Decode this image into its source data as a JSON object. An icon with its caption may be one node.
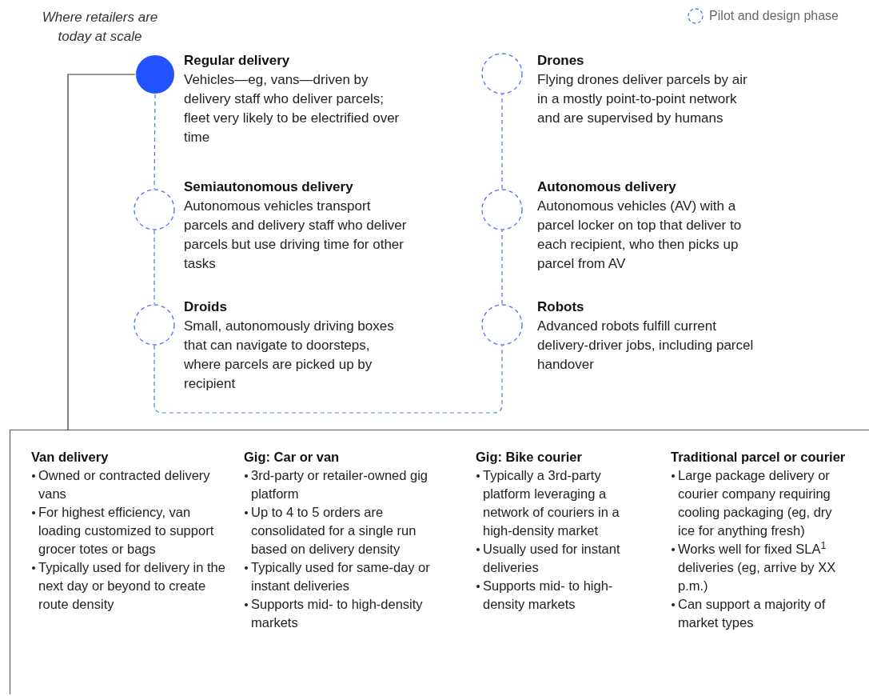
{
  "diagram": {
    "nodes": [
      {
        "text": [],
        "shape": "dot"
      },
      {
        "text": [
          "Regular delivery",
          "Vehicles—eg, vans—driven by delivery staff who deliver parcels; fleet very likely to be electrified over time"
        ]
      },
      {
        "text": [],
        "shape": "circle"
      },
      {
        "text": [
          "Semiautonomous delivery",
          "Autonomous vehicles transport parcels and delivery staff who deliver parcels but use driving time for other tasks"
        ]
      },
      {
        "text": [],
        "shape": "circle"
      },
      {
        "text": [
          "Droids",
          "Small, autonomously driving boxes that can navigate to doorsteps, where parcels are picked up by recipient"
        ]
      },
      {
        "text": [],
        "shape": "circle"
      },
      {
        "text": [
          "Drones",
          "Flying drones deliver parcels by air in a mostly point-to-point network and are supervised by humans"
        ]
      },
      {
        "text": [],
        "shape": "circle"
      },
      {
        "text": [
          "Autonomous delivery",
          "Autonomous vehicles (AV) with a parcel locker on top that deliver to each recipient, who then picks up parcel from AV"
        ]
      },
      {
        "text": [],
        "shape": "circle"
      },
      {
        "text": [
          "Robots",
          "Advanced robots fulfill current delivery-driver jobs, including parcel handover"
        ]
      },
      {
        "text": [],
        "shape": "box"
      },
      {
        "text": [
          "Van delivery",
          "Owned or contracted delivery vans",
          "For highest efficiency, van loading customized to support grocer totes or bags",
          "Typically used for delivery in the next day or beyond to create route density"
        ],
        "in": 12
      },
      {
        "text": [
          "Gig: Car or van",
          "3rd-party or retailer-owned gig platform",
          "Up to 4 to 5 orders are consolidated for a single run based on delivery density",
          "Typically used for same-day or instant deliveries",
          "Supports mid- to high-density markets"
        ],
        "in": 12
      },
      {
        "text": [
          "Gig: Bike courier",
          "Typically a 3rd-party platform leveraging a network of couriers in a high-density market",
          "Usually used for instant deliveries",
          "Supports mid- to high-density markets"
        ],
        "in": 12
      },
      {
        "text": [
          "Traditional parcel or courier",
          "Large package delivery or courier company requiring cooling packaging (eg, dry ice for anything fresh)",
          "Works well for fixed SLA$^{1}$ deliveries (eg, arrive by XX p.m.)",
          "Can support a majority of market types"
        ],
        "in": 12
      }
    ],
    "edges": [
      {
        "from": 0,
        "to": 2,
        "arrow": "none",
        "style": "dashed"
      },
      {
        "from": 2,
        "to": 4,
        "arrow": "none",
        "style": "dashed"
      },
      {
        "from": 4,
        "to": 10,
        "arrow": "none",
        "style": "dashed"
      },
      {
        "from": 10,
        "to": 8,
        "arrow": "none",
        "style": "dashed"
      },
      {
        "from": 8,
        "to": 6,
        "arrow": "none",
        "style": "dashed"
      },
      {
        "from": 0,
        "to": 12,
        "arrow": "none",
        "color": "#333333"
      }
    ],
    "labels": [
      "Where retailers are today at scale"
    ],
    "legend": [
      {
        "text": "Pilot and design phase"
      }
    ]
  }
}
